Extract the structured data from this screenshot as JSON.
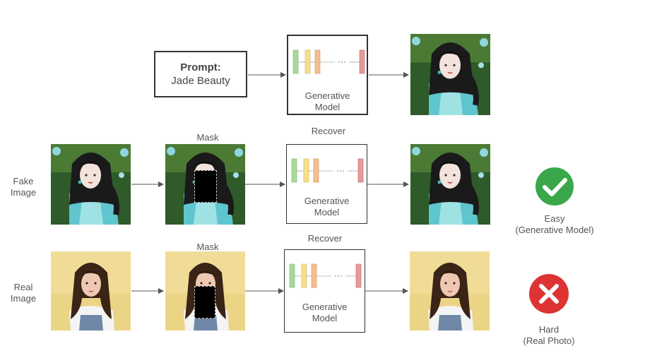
{
  "prompt": {
    "title": "Prompt:",
    "text": "Jade Beauty"
  },
  "model": {
    "label_line1": "Generative",
    "label_line2": "Model"
  },
  "rows": {
    "fake": {
      "label_line1": "Fake",
      "label_line2": "Image",
      "mask_label": "Mask",
      "recover_label": "Recover"
    },
    "real": {
      "label_line1": "Real",
      "label_line2": "Image",
      "mask_label": "Mask",
      "recover_label": "Recover"
    }
  },
  "results": {
    "easy": {
      "title": "Easy",
      "subtitle": "(Generative Model)",
      "color": "#3aa84a",
      "icon": "check-icon"
    },
    "hard": {
      "title": "Hard",
      "subtitle": "(Real Photo)",
      "color": "#dd3333",
      "icon": "cross-icon"
    }
  },
  "colors": {
    "layer_green": "#a9d89a",
    "layer_yellow": "#f6e08a",
    "layer_orange": "#f5bf8f",
    "layer_red": "#e89a9a",
    "jade": "#5fc5cf",
    "background_yellow": "#ecd487"
  }
}
